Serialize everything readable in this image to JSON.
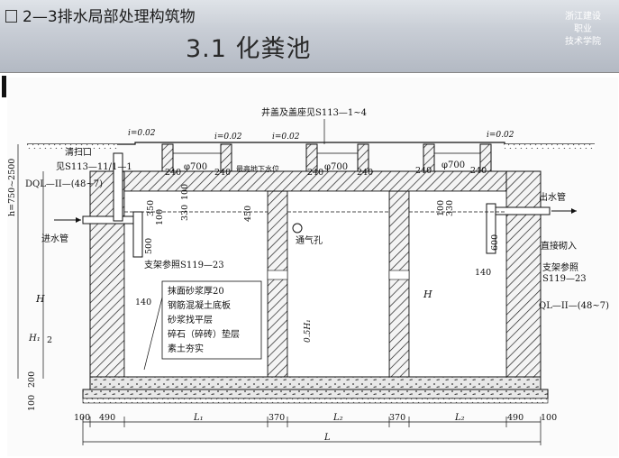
{
  "header": {
    "title": "2—3排水局部处理构筑物",
    "subtitle": "3.1 化粪池",
    "school_lines": [
      "浙江建设",
      "职业",
      "技术学院"
    ]
  },
  "diagram": {
    "labels": {
      "manhole_cover": "井盖及盖座见S113—1~4",
      "cleanout": "清扫口",
      "cleanout_ref": "见S113—11/1—1",
      "dql": "DQL—II—(48~7)",
      "inlet_pipe": "进水管",
      "outlet_pipe": "出水管",
      "groundwater": "最高地下水位",
      "vent": "通气孔",
      "bracket_left": "支架参照S119—23",
      "direct_brick": "直接砌入",
      "bracket_right_1": "支架参照",
      "bracket_right_2": "S119—23",
      "ql": "QL—II—(48~7)",
      "slope": "i=0.02",
      "phi700": "φ700",
      "h_depth": "h=750~2500",
      "H": "H",
      "H1": "H₁",
      "two": "2",
      "half_h": "0.5H₁",
      "L": "L",
      "L1": "L₁",
      "L2": "L₂",
      "L3": "L₂"
    },
    "layers": [
      "抹面砂浆厚20",
      "钢筋混凝土底板",
      "砂浆找平层",
      "碎石（碎砖）垫层",
      "素土夯实"
    ],
    "dims": {
      "d240": "240",
      "d350": "350",
      "d100": "100",
      "d330": "330",
      "d500": "500",
      "d450": "450",
      "d140": "140",
      "d600": "600",
      "d200": "200",
      "d490": "490",
      "d370": "370"
    }
  }
}
